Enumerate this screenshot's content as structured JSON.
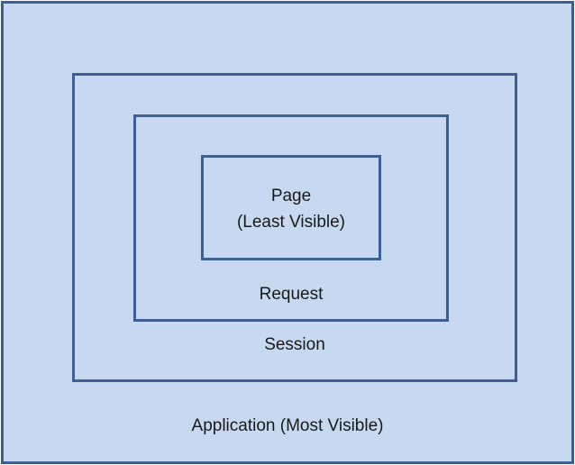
{
  "diagram": {
    "application": {
      "label": "Application (Most Visible)"
    },
    "session": {
      "label": "Session"
    },
    "request": {
      "label": "Request"
    },
    "page": {
      "label_line1": "Page",
      "label_line2": "(Least Visible)"
    }
  },
  "colors": {
    "box_fill": "#c6d9f1",
    "box_border": "#3d5f94",
    "text": "#1a1a1a"
  }
}
